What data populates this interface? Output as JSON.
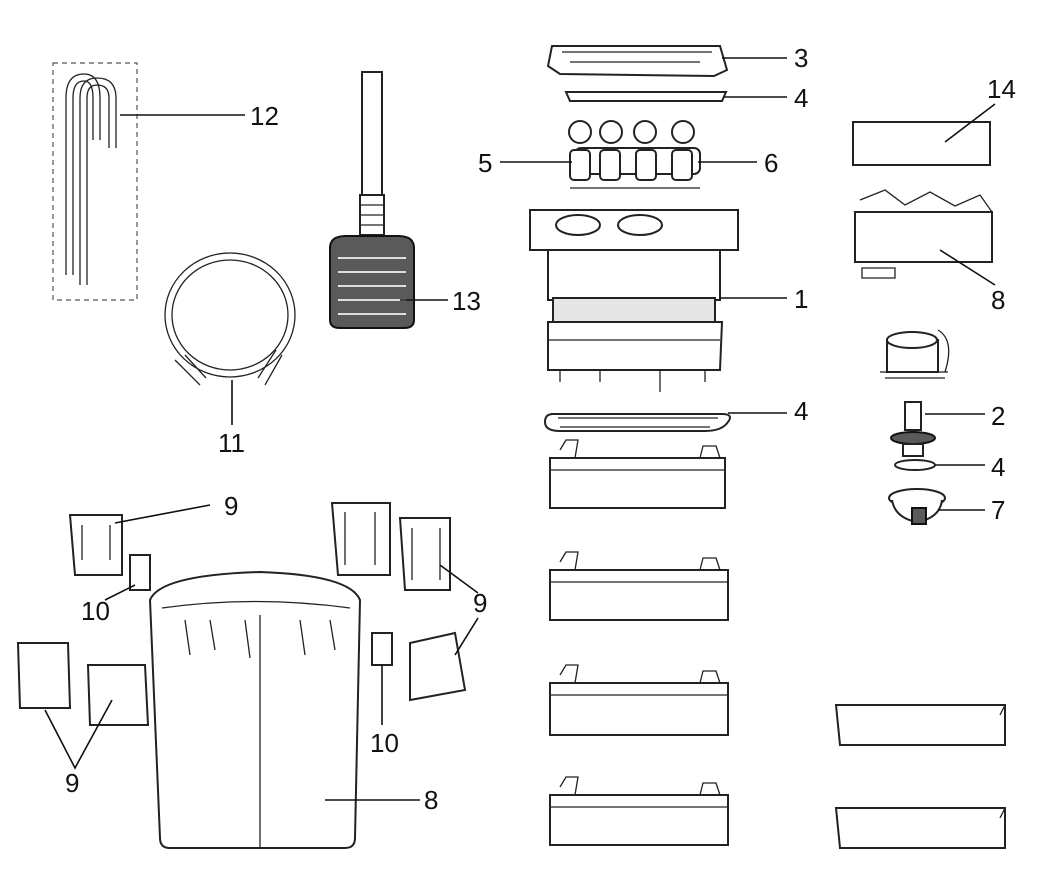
{
  "callouts": {
    "c1": "1",
    "c2": "2",
    "c3": "3",
    "c4_top": "4",
    "c4_mid": "4",
    "c4_right": "4",
    "c5": "5",
    "c6": "6",
    "c7": "7",
    "c8_bucket": "8",
    "c8_right": "8",
    "c9_topleft": "9",
    "c9_right": "9",
    "c9_bottomleft": "9",
    "c10_left": "10",
    "c10_center": "10",
    "c11": "11",
    "c12": "12",
    "c13": "13",
    "c14": "14"
  }
}
